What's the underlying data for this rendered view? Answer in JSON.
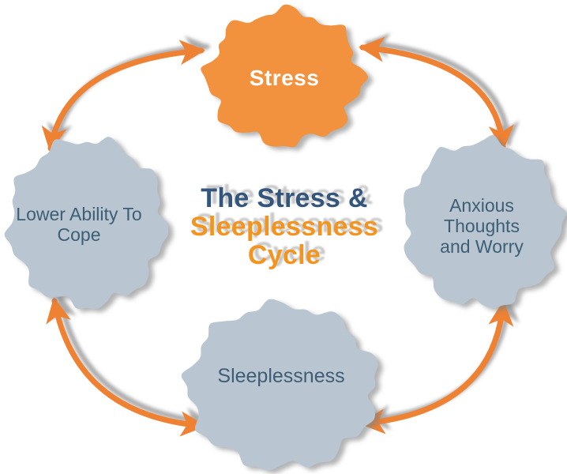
{
  "title": {
    "line1": "The Stress &",
    "line2": "Sleeplessness",
    "line3": "Cycle"
  },
  "nodes": {
    "stress": {
      "label": "Stress"
    },
    "anxious": {
      "label": "Anxious Thoughts and Worry"
    },
    "sleeplessness": {
      "label": "Sleeplessness"
    },
    "cope": {
      "label": "Lower Ability To Cope"
    }
  },
  "icons": {
    "arrows": "double-headed-curved-arrow-icon"
  },
  "colors": {
    "orange_blob": "#F2923E",
    "orange_arrow": "#EF8133",
    "orange_title": "#F4941F",
    "blob_gray": "#B9C6D1",
    "title_blue": "#34567C",
    "label_slate": "#3D5E75",
    "stress_label": "#FFFFFF",
    "shadow_gray": "#9E9E9E",
    "background": "#FFFFFF"
  }
}
